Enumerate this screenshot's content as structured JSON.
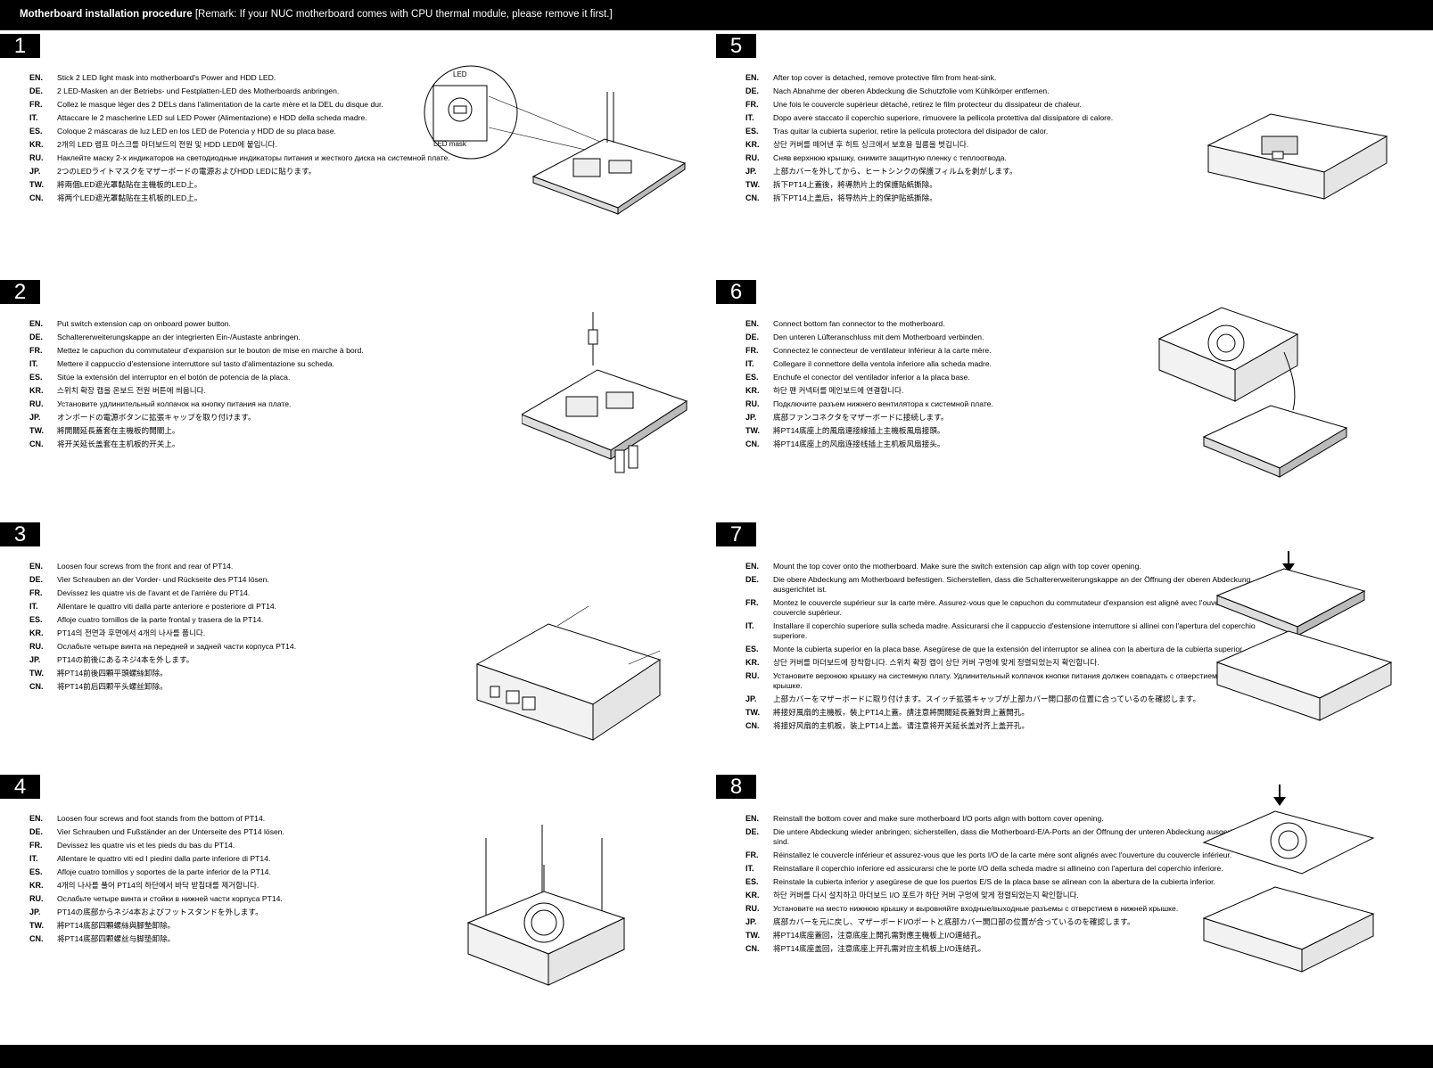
{
  "header": {
    "title": "Motherboard installation procedure",
    "remark": "[Remark: If your NUC motherboard comes with CPU thermal module, please remove it first.]"
  },
  "figure_labels": {
    "led": "LED",
    "led_mask": "LED mask"
  },
  "steps": [
    {
      "number": "1",
      "lines": [
        {
          "code": "EN.",
          "text": "Stick 2 LED light mask into motherboard's Power and HDD LED."
        },
        {
          "code": "DE.",
          "text": "2 LED-Masken an der Betriebs- und Festplatten-LED des Motherboards anbringen."
        },
        {
          "code": "FR.",
          "text": "Collez le masque léger des 2 DELs dans l'alimentation de la carte mère et la DEL du disque dur."
        },
        {
          "code": "IT.",
          "text": "Attaccare le 2 mascherine LED sul LED Power (Alimentazione) e HDD della scheda madre."
        },
        {
          "code": "ES.",
          "text": "Coloque 2 máscaras de luz LED en los LED de Potencia y HDD de su placa base."
        },
        {
          "code": "KR.",
          "text": "2개의 LED 램프 마스크를 마더보드의 전원 및 HDD LED에 붙입니다."
        },
        {
          "code": "RU.",
          "text": "Наклейте маску 2-х индикаторов на светодиодные индикаторы питания и жесткого диска на системной плате."
        },
        {
          "code": "JP.",
          "text": "2つのLEDライトマスクをマザーボードの電源およびHDD LEDに貼ります。"
        },
        {
          "code": "TW.",
          "text": "將兩個LED遮光罩黏貼在主機板的LED上。"
        },
        {
          "code": "CN.",
          "text": "将两个LED遮光罩黏贴在主机板的LED上。"
        }
      ]
    },
    {
      "number": "2",
      "lines": [
        {
          "code": "EN.",
          "text": "Put switch extension cap on onboard power button."
        },
        {
          "code": "DE.",
          "text": "Schaltererweiterungskappe an der integrierten Ein-/Austaste anbringen."
        },
        {
          "code": "FR.",
          "text": "Mettez le capuchon du commutateur d'expansion sur le bouton de mise en marche à bord."
        },
        {
          "code": "IT.",
          "text": "Mettere il cappuccio d'estensione interruttore sul tasto d'alimentazione su scheda."
        },
        {
          "code": "ES.",
          "text": "Sitúe la extensión del interruptor en el botón de potencia de la placa."
        },
        {
          "code": "KR.",
          "text": "스위치 확장 캡을 온보드 전원 버튼에 씌웁니다."
        },
        {
          "code": "RU.",
          "text": "Установите удлинительный колпачок на кнопку питания на плате."
        },
        {
          "code": "JP.",
          "text": "オンボードの電源ボタンに拡張キャップを取り付けます。"
        },
        {
          "code": "TW.",
          "text": "將開關延長蓋套在主機板的開關上。"
        },
        {
          "code": "CN.",
          "text": "将开关延长盖套在主机板的开关上。"
        }
      ]
    },
    {
      "number": "3",
      "lines": [
        {
          "code": "EN.",
          "text": "Loosen four screws from the front and rear of PT14."
        },
        {
          "code": "DE.",
          "text": "Vier Schrauben an der Vorder- und Rückseite des PT14 lösen."
        },
        {
          "code": "FR.",
          "text": "Devissez les quatre vis de l'avant et de l'arrière du PT14."
        },
        {
          "code": "IT.",
          "text": "Allentare le quattro viti dalla parte anteriore e posteriore di PT14."
        },
        {
          "code": "ES.",
          "text": "Afloje cuatro tornillos de la parte frontal y trasera de la PT14."
        },
        {
          "code": "KR.",
          "text": "PT14의 전면과 후면에서 4개의 나사를 풉니다."
        },
        {
          "code": "RU.",
          "text": "Ослабьте четыре винта на передней и задней части корпуса PT14."
        },
        {
          "code": "JP.",
          "text": "PT14の前後にあるネジ4本を外します。"
        },
        {
          "code": "TW.",
          "text": "將PT14前後四顆平頭螺絲卸除。"
        },
        {
          "code": "CN.",
          "text": "将PT14前后四颗平头螺丝卸除。"
        }
      ]
    },
    {
      "number": "4",
      "lines": [
        {
          "code": "EN.",
          "text": "Loosen four screws and foot stands from the bottom of PT14."
        },
        {
          "code": "DE.",
          "text": "Vier Schrauben und Fußständer an der Unterseite des PT14 lösen."
        },
        {
          "code": "FR.",
          "text": "Devissez les quatre vis et les pieds du bas du PT14."
        },
        {
          "code": "IT.",
          "text": "Allentare le quattro viti ed I piedini dalla parte inferiore di PT14."
        },
        {
          "code": "ES.",
          "text": "Afloje cuatro tornillos y soportes de la parte inferior de la PT14."
        },
        {
          "code": "KR.",
          "text": "4개의 나사를 풀어 PT14의 하단에서 바닥 받침대를 제거합니다."
        },
        {
          "code": "RU.",
          "text": "Ослабьте четыре винта и стойки в нижней части корпуса PT14."
        },
        {
          "code": "JP.",
          "text": "PT14の底部からネジ4本およびフットスタンドを外します。"
        },
        {
          "code": "TW.",
          "text": "將PT14底部四顆螺絲與腳墊卸除。"
        },
        {
          "code": "CN.",
          "text": "将PT14底部四颗螺丝与脚垫卸除。"
        }
      ]
    },
    {
      "number": "5",
      "lines": [
        {
          "code": "EN.",
          "text": "After top cover is detached, remove protective film from heat-sink."
        },
        {
          "code": "DE.",
          "text": "Nach Abnahme der oberen Abdeckung die Schutzfolie vom Kühlkörper entfernen."
        },
        {
          "code": "FR.",
          "text": "Une fois le couvercle supérieur détaché, retirez le film protecteur du dissipateur de chaleur."
        },
        {
          "code": "IT.",
          "text": "Dopo avere staccato il coperchio superiore, rimuovere la pellicola protettiva dal dissipatore di calore."
        },
        {
          "code": "ES.",
          "text": "Tras quitar la cubierta superior, retire la película protectora del disipador de calor."
        },
        {
          "code": "KR.",
          "text": "상단 커버를 떼어낸 후 히트 싱크에서 보호용 필름을 벗깁니다."
        },
        {
          "code": "RU.",
          "text": "Сняв верхнюю крышку, снимите защитную пленку с теплоотвода."
        },
        {
          "code": "JP.",
          "text": "上部カバーを外してから、ヒートシンクの保護フィルムを剥がします。"
        },
        {
          "code": "TW.",
          "text": "拆下PT14上蓋後，將導熱片上的保護貼紙撕除。"
        },
        {
          "code": "CN.",
          "text": "拆下PT14上盖后，将导热片上的保护贴纸撕除。"
        }
      ]
    },
    {
      "number": "6",
      "lines": [
        {
          "code": "EN.",
          "text": "Connect bottom fan connector to the motherboard."
        },
        {
          "code": "DE.",
          "text": "Den unteren Lüfteranschluss mit dem Motherboard verbinden."
        },
        {
          "code": "FR.",
          "text": "Connectez le connecteur de ventilateur inférieur à la carte mère."
        },
        {
          "code": "IT.",
          "text": "Collegare il connettore della ventola inferiore alla scheda madre."
        },
        {
          "code": "ES.",
          "text": "Enchufe el conector del ventilador inferior a la placa base."
        },
        {
          "code": "KR.",
          "text": "하단 팬 커넥터를 메인보드에 연결합니다."
        },
        {
          "code": "RU.",
          "text": "Подключите разъем нижнего вентилятора к системной плате."
        },
        {
          "code": "JP.",
          "text": "底部ファンコネクタをマザーボードに接続します。"
        },
        {
          "code": "TW.",
          "text": "將PT14底座上的風扇連接線插上主機板風扇接頭。"
        },
        {
          "code": "CN.",
          "text": "将PT14底座上的风扇连接线插上主机板风扇接头。"
        }
      ]
    },
    {
      "number": "7",
      "lines": [
        {
          "code": "EN.",
          "text": "Mount the top cover onto the motherboard.  Make sure the switch extension cap align with top cover opening."
        },
        {
          "code": "DE.",
          "text": "Die obere Abdeckung am Motherboard befestigen. Sicherstellen, dass die Schaltererweiterungskappe an der Öffnung der oberen Abdeckung ausgerichtet ist."
        },
        {
          "code": "FR.",
          "text": "Montez le couvercle supérieur sur la carte mère. Assurez-vous que le capuchon du commutateur d'expansion est aligné avec l'ouverture du couvercle supérieur."
        },
        {
          "code": "IT.",
          "text": "Installare il coperchio superiore sulla scheda madre. Assicurarsi che il cappuccio d'estensione interruttore si allinei con l'apertura del coperchio superiore."
        },
        {
          "code": "ES.",
          "text": "Monte la cubierta superior en la placa base. Asegúrese de que la extensión del interruptor se alinea con la abertura de la cubierta superior."
        },
        {
          "code": "KR.",
          "text": "상단 커버를 마더보드에 장착합니다. 스위치 확장 캡이 상단 커버 구멍에 맞게 정렬되었는지 확인합니다."
        },
        {
          "code": "RU.",
          "text": "Установите верхнюю крышку на системную плату. Удлинительный колпачок кнопки питания должен совпадать с отверстием на верхней крышке."
        },
        {
          "code": "JP.",
          "text": "上部カバーをマザーボードに取り付けます。スイッチ拡張キャップが上部カバー開口部の位置に合っているのを確認します。"
        },
        {
          "code": "TW.",
          "text": "將接好風扇的主機板，裝上PT14上蓋。請注意將開關延長蓋對齊上蓋開孔。"
        },
        {
          "code": "CN.",
          "text": "将接好风扇的主机板，装上PT14上盖。请注意将开关延长盖对齐上盖开孔。"
        }
      ]
    },
    {
      "number": "8",
      "lines": [
        {
          "code": "EN.",
          "text": "Reinstall the bottom cover and make sure motherboard I/O ports align with bottom cover opening."
        },
        {
          "code": "DE.",
          "text": "Die untere Abdeckung wieder anbringen; sicherstellen, dass die Motherboard-E/A-Ports an der Öffnung der unteren Abdeckung ausgerichtet sind."
        },
        {
          "code": "FR.",
          "text": "Réinstallez le couvercle inférieur et assurez-vous que les ports I/O de la carte mère sont alignés avec l'ouverture du couvercle inférieur."
        },
        {
          "code": "IT.",
          "text": "Reinstallare il coperchio inferiore ed assicurarsi che le porte I/O della scheda madre si allineino con l'apertura del coperchio inferiore."
        },
        {
          "code": "ES.",
          "text": "Reinstale la cubierta inferior y asegúrese de que los puertos E/S de la placa base se alinean con la abertura de la cubierta inferior."
        },
        {
          "code": "KR.",
          "text": "하단 커버를 다시 설치하고 마더보드 I/O 포트가 하단 커버 구멍에 맞게 정렬되었는지 확인합니다."
        },
        {
          "code": "RU.",
          "text": "Установите на место нижнюю крышку и выровняйте входные/выходные разъемы с отверстием в нижней крышке."
        },
        {
          "code": "JP.",
          "text": "底部カバーを元に戻し、マザーボードI/Oポートと底部カバー開口部の位置が合っているのを確認します。"
        },
        {
          "code": "TW.",
          "text": "將PT14底座蓋回，注意底座上開孔需對應主機板上I/O連結孔。"
        },
        {
          "code": "CN.",
          "text": "将PT14底座盖回，注意底座上开孔需对应主机板上I/O连结孔。"
        }
      ]
    }
  ]
}
